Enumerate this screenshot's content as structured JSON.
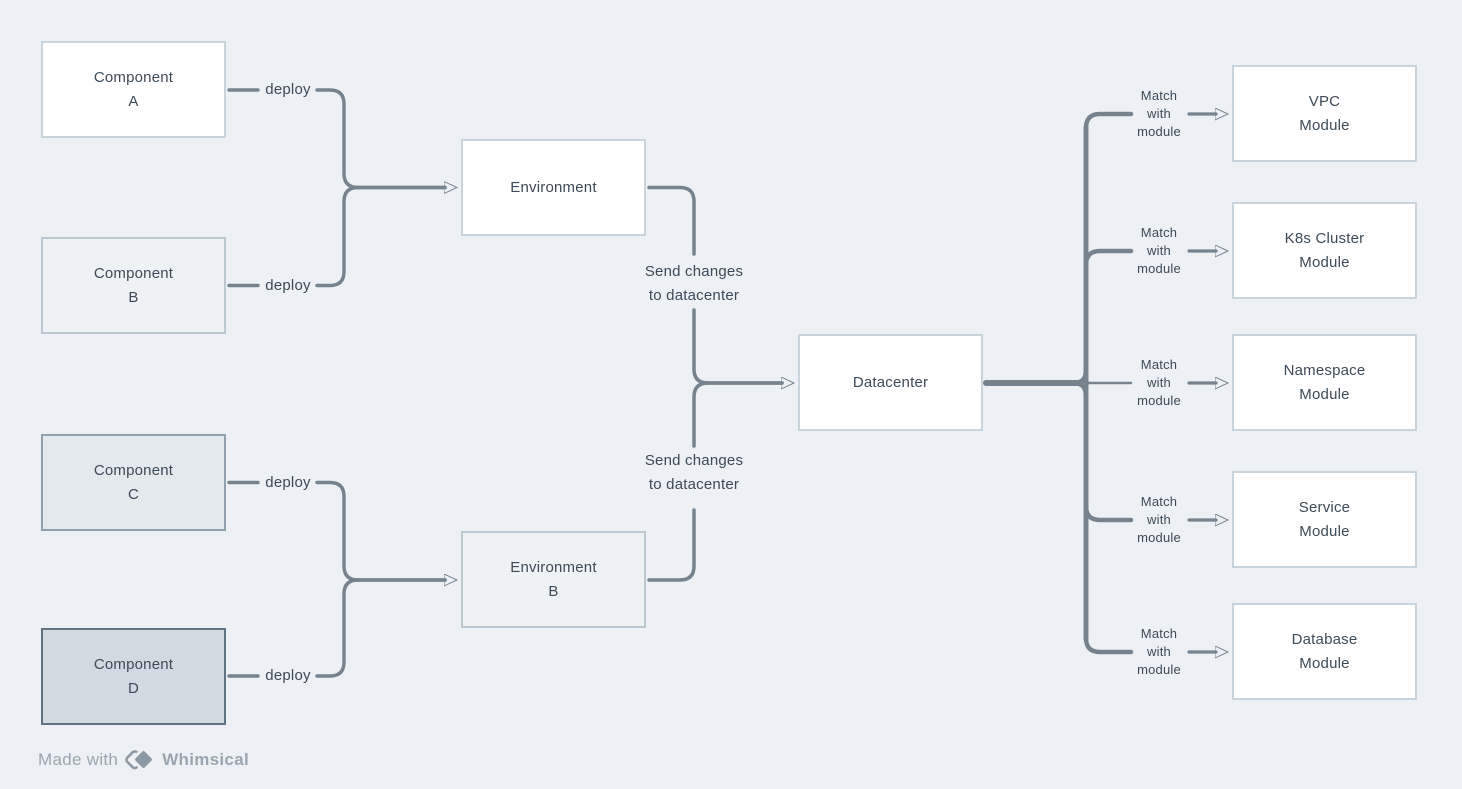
{
  "diagram": {
    "nodes": {
      "component_a": {
        "label": "Component\nA"
      },
      "component_b": {
        "label": "Component\nB"
      },
      "component_c": {
        "label": "Component\nC"
      },
      "component_d": {
        "label": "Component\nD"
      },
      "environment": {
        "label": "Environment"
      },
      "environment_b": {
        "label": "Environment\nB"
      },
      "datacenter": {
        "label": "Datacenter"
      },
      "vpc_module": {
        "label": "VPC\nModule"
      },
      "k8s_cluster_module": {
        "label": "K8s Cluster\nModule"
      },
      "namespace_module": {
        "label": "Namespace\nModule"
      },
      "service_module": {
        "label": "Service\nModule"
      },
      "database_module": {
        "label": "Database\nModule"
      }
    },
    "edge_labels": {
      "deploy_a": "deploy",
      "deploy_b": "deploy",
      "deploy_c": "deploy",
      "deploy_d": "deploy",
      "send_changes_top": "Send changes\nto datacenter",
      "send_changes_bottom": "Send changes\nto datacenter",
      "match_1": "Match\nwith\nmodule",
      "match_2": "Match\nwith\nmodule",
      "match_3": "Match\nwith\nmodule",
      "match_4": "Match\nwith\nmodule",
      "match_5": "Match\nwith\nmodule"
    },
    "colors": {
      "background": "#edf1f5",
      "connector_line": "#76838f",
      "text": "#3d4a57",
      "node_border": "#c9d3db",
      "node_fill_white": "#ffffff",
      "node_fill_tint": "#eff2f5",
      "node_fill_light_gray": "#e4e9ee",
      "node_fill_gray": "#d2dae1",
      "watermark_text": "#9aa5af"
    }
  },
  "watermark": {
    "prefix": "Made with",
    "brand": "Whimsical"
  }
}
